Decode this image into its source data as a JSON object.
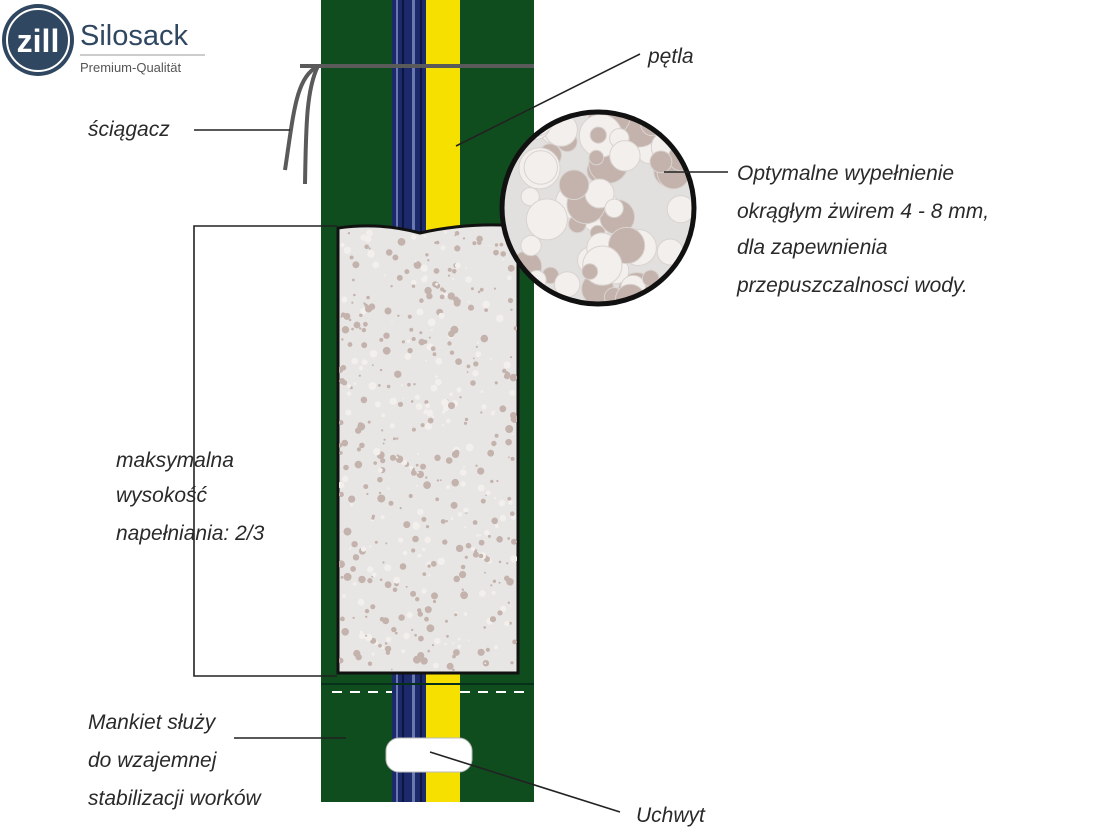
{
  "brand": {
    "logo_text": "zill",
    "name": "Silosack",
    "tagline": "Premium-Qualität"
  },
  "labels": {
    "loop": "pętla",
    "drawstring": "ściągacz",
    "fill_note": [
      "Optymalne wypełnienie",
      "okrągłym żwirem 4 - 8 mm,",
      "dla zapewnienia",
      "przepuszczalnosci wody."
    ],
    "max_height": [
      "maksymalna",
      "wysokość",
      "napełniania: 2/3"
    ],
    "cuff": [
      "Mankiet służy",
      "do wzajemnej",
      "stabilizacji worków"
    ],
    "handle": "Uchwyt"
  },
  "colors": {
    "bag_green": "#0f4d1e",
    "stripe_navy": "#1c2a6b",
    "stripe_yellow": "#f5e000",
    "fill_gray": "#e7e6e5",
    "gravel_brown": "#c4b3ac",
    "gravel_light": "#f3efed",
    "logo_blue": "#2f4760"
  },
  "icons": {
    "logo": "zill-round-logo"
  }
}
